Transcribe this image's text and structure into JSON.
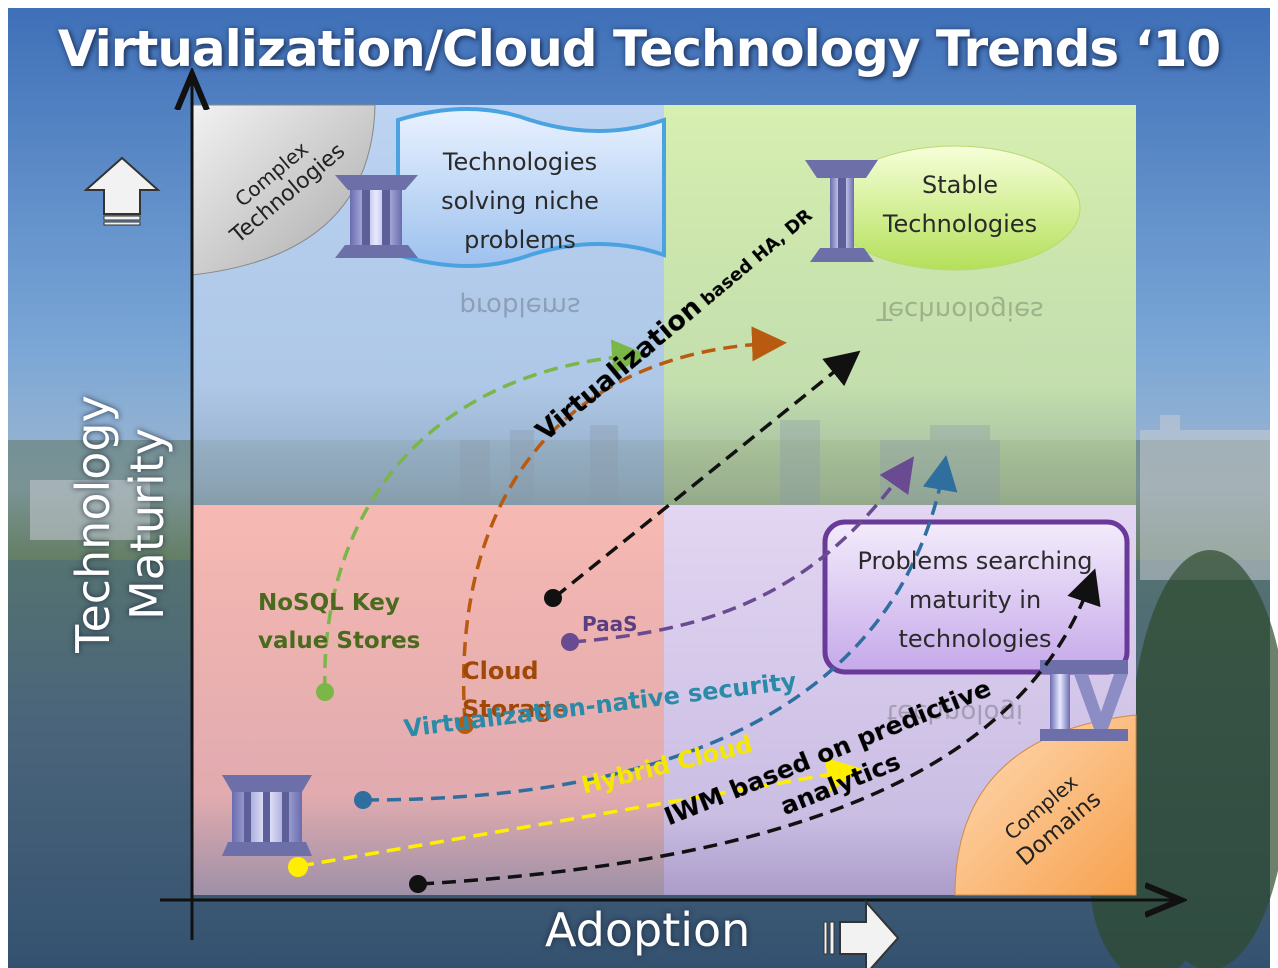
{
  "title": "Virtualization/Cloud Technology Trends ‘10",
  "axes": {
    "x_label": "Adoption",
    "y_label": "Technology Maturity"
  },
  "quadrants": [
    {
      "numeral": "I",
      "label": "Stable Technologies",
      "color": "#d7f0a8"
    },
    {
      "numeral": "II",
      "label": "Technologies solving niche problems",
      "color": "#c9dcf6"
    },
    {
      "numeral": "III",
      "label": "",
      "color": "#f8bcb8"
    },
    {
      "numeral": "IV",
      "label": "Problems searching maturity in technologies",
      "color": "#e2d2f4"
    }
  ],
  "reflections": {
    "q1": "Technologies",
    "q2": "problems",
    "q4": "technologi"
  },
  "corners": {
    "top_left": "Complex Technologies",
    "bottom_right": "Complex Domains"
  },
  "trends": [
    {
      "label": "NoSQL Key value Stores",
      "color": "#7ab648",
      "text_color": "#4a6a1e"
    },
    {
      "label": "Cloud Storage",
      "color": "#b85a10",
      "text_color": "#a04808"
    },
    {
      "label": "Virtualization based HA, DR",
      "color": "#111111",
      "text_color": "#000000"
    },
    {
      "label": "PaaS",
      "color": "#6a4a90",
      "text_color": "#5a3e82"
    },
    {
      "label": "Virtualization-native security",
      "color": "#2e6fa0",
      "text_color": "#2a8aa8"
    },
    {
      "label": "Hybrid Cloud",
      "color": "#ffee00",
      "text_color": "#f4e800"
    },
    {
      "label": "IWM based on predictive analytics",
      "color": "#111111",
      "text_color": "#000000"
    }
  ],
  "trend_text": {
    "nosql_line1": "NoSQL Key",
    "nosql_line2": "value Stores",
    "cloud_line1": "Cloud",
    "cloud_line2": "Storage",
    "virt_main": "Virtualization",
    "virt_sub": "based HA, DR",
    "paas": "PaaS",
    "security": "Virtualization-native security",
    "hybrid": "Hybrid Cloud",
    "iwm_line1": "IWM based on predictive",
    "iwm_line2": "analytics"
  },
  "quad_lines": {
    "q2": [
      "Technologies",
      "solving niche",
      "problems"
    ],
    "q1": [
      "Stable",
      "Technologies"
    ],
    "q4": [
      "Problems searching",
      "maturity in",
      "technologies"
    ]
  },
  "corner_lines": {
    "tl": [
      "Complex",
      "Technologies"
    ],
    "br": [
      "Complex",
      "Domains"
    ]
  }
}
